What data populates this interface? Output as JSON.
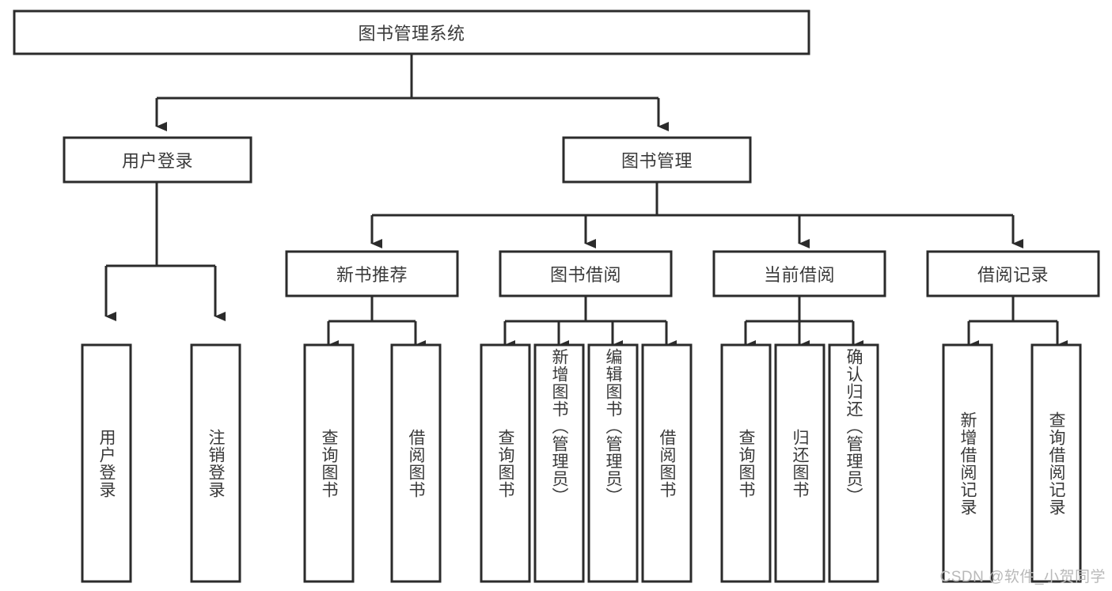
{
  "diagram": {
    "type": "tree-hierarchy",
    "title": "图书管理系统",
    "root": {
      "id": "root",
      "label": "图书管理系统"
    },
    "level1": [
      {
        "id": "user-login",
        "label": "用户登录"
      },
      {
        "id": "book-management",
        "label": "图书管理"
      }
    ],
    "level2": [
      {
        "id": "new-book-recommend",
        "label": "新书推荐",
        "parent": "book-management"
      },
      {
        "id": "book-borrow",
        "label": "图书借阅",
        "parent": "book-management"
      },
      {
        "id": "current-borrow",
        "label": "当前借阅",
        "parent": "book-management"
      },
      {
        "id": "borrow-record",
        "label": "借阅记录",
        "parent": "book-management"
      }
    ],
    "leaves": [
      {
        "id": "leaf-user-login",
        "label": "用户登录",
        "parent": "user-login"
      },
      {
        "id": "leaf-logout-login",
        "label": "注销登录",
        "parent": "user-login"
      },
      {
        "id": "leaf-query-book-1",
        "label": "查询图书",
        "parent": "new-book-recommend"
      },
      {
        "id": "leaf-borrow-book-1",
        "label": "借阅图书",
        "parent": "new-book-recommend"
      },
      {
        "id": "leaf-query-book-2",
        "label": "查询图书",
        "parent": "book-borrow"
      },
      {
        "id": "leaf-add-book",
        "label": "新增图书（管理员）",
        "parent": "book-borrow"
      },
      {
        "id": "leaf-edit-book",
        "label": "编辑图书（管理员）",
        "parent": "book-borrow"
      },
      {
        "id": "leaf-borrow-book-2",
        "label": "借阅图书",
        "parent": "book-borrow"
      },
      {
        "id": "leaf-query-book-3",
        "label": "查询图书",
        "parent": "current-borrow"
      },
      {
        "id": "leaf-return-book",
        "label": "归还图书",
        "parent": "current-borrow"
      },
      {
        "id": "leaf-confirm-return",
        "label": "确认归还（管理员）",
        "parent": "current-borrow"
      },
      {
        "id": "leaf-add-record",
        "label": "新增借阅记录",
        "parent": "borrow-record"
      },
      {
        "id": "leaf-query-record",
        "label": "查询借阅记录",
        "parent": "borrow-record"
      }
    ],
    "colors": {
      "box_stroke": "#2b2b2b",
      "box_fill": "#ffffff",
      "connector": "#2b2b2b",
      "text": "#3a3a3a",
      "background": "#ffffff",
      "watermark": "#b9b9b9"
    }
  },
  "watermark": {
    "text": "CSDN @软件_小贺同学"
  }
}
